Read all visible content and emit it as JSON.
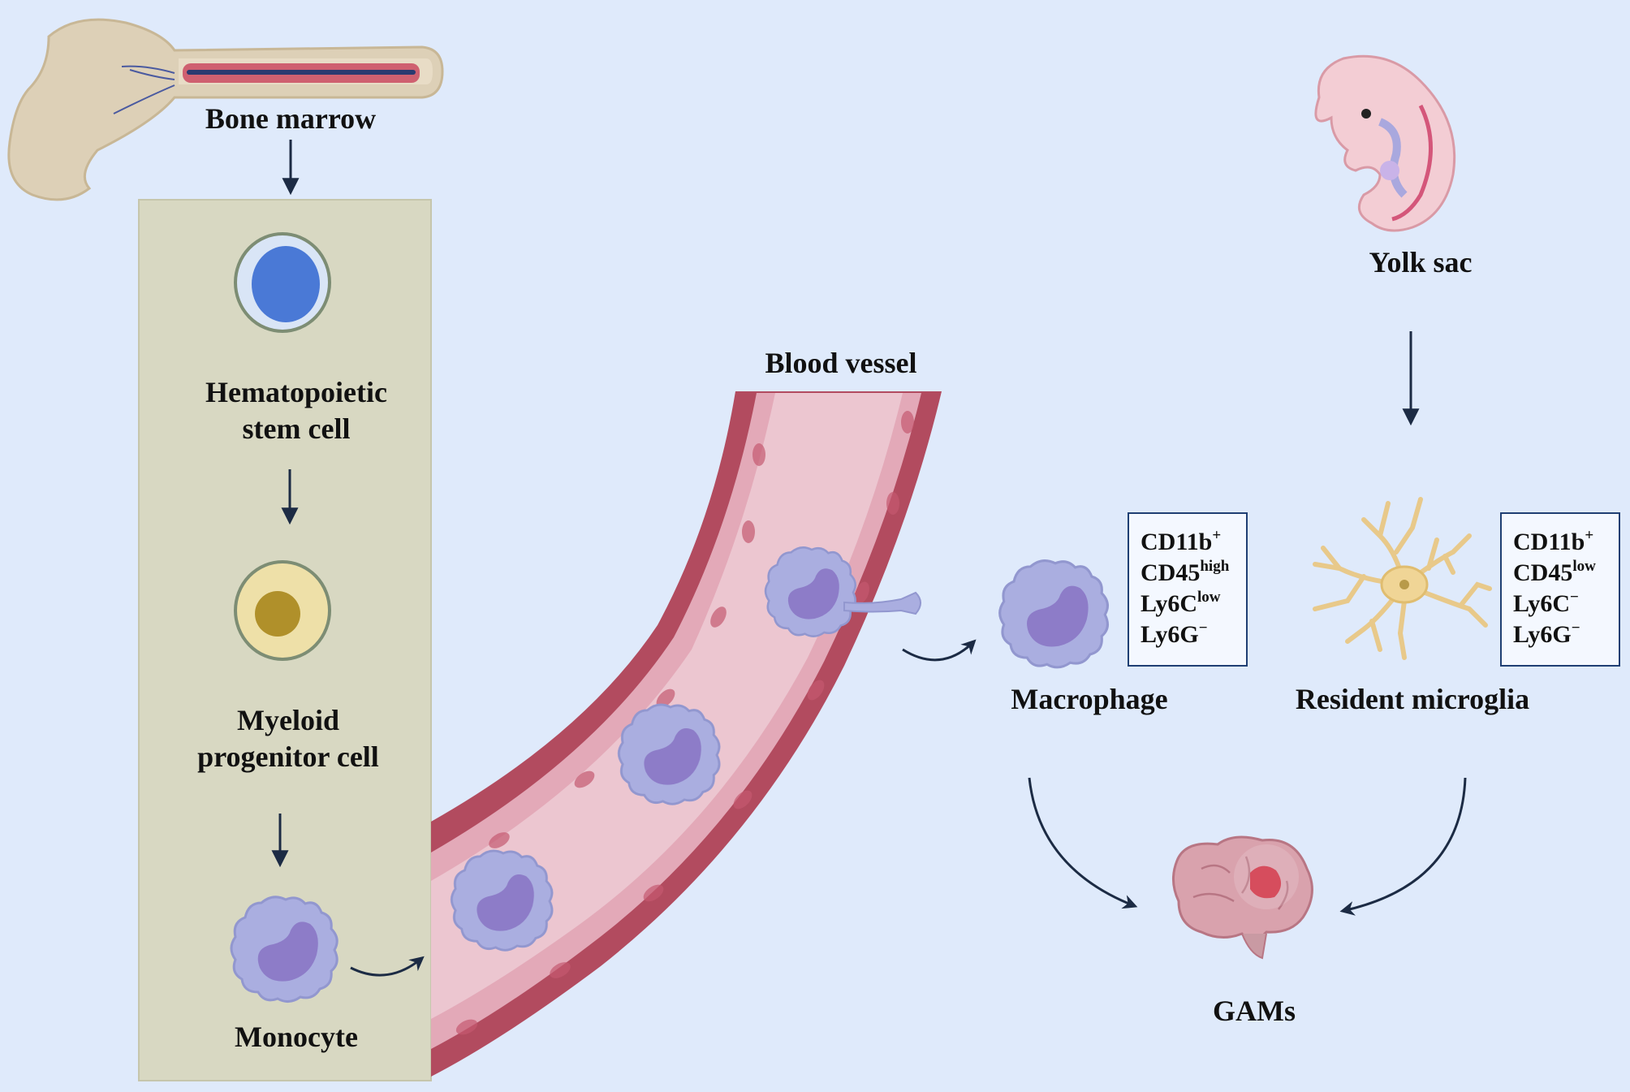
{
  "labels": {
    "bone_marrow": "Bone marrow",
    "hsc_line1": "Hematopoietic",
    "hsc_line2": "stem cell",
    "myeloid_line1": "Myeloid",
    "myeloid_line2": "progenitor cell",
    "monocyte": "Monocyte",
    "blood_vessel": "Blood vessel",
    "macrophage": "Macrophage",
    "resident_microglia": "Resident microglia",
    "yolk_sac": "Yolk sac",
    "gams": "GAMs"
  },
  "markers": {
    "macrophage": [
      {
        "base": "CD11b",
        "sup": "+"
      },
      {
        "base": "CD45",
        "sup": "high"
      },
      {
        "base": "Ly6C",
        "sup": "low"
      },
      {
        "base": "Ly6G",
        "sup": "−"
      }
    ],
    "microglia": [
      {
        "base": "CD11b",
        "sup": "+"
      },
      {
        "base": "CD45",
        "sup": "low"
      },
      {
        "base": "Ly6C",
        "sup": "−"
      },
      {
        "base": "Ly6G",
        "sup": "−"
      }
    ]
  },
  "colors": {
    "background": "#dfeafb",
    "panel": "#d8d8c2",
    "vessel_wall": "#b24b5f",
    "vessel_lumen": "#ecc6d0",
    "monocyte": "#a9addf",
    "nucleus": "#8d7cc8",
    "marker_border": "#1f3f73"
  },
  "icons": [
    "bone-marrow-icon",
    "hsc-cell-icon",
    "myeloid-cell-icon",
    "monocyte-cell-icon",
    "embryo-icon",
    "macrophage-cell-icon",
    "microglia-cell-icon",
    "brain-tumor-icon"
  ]
}
